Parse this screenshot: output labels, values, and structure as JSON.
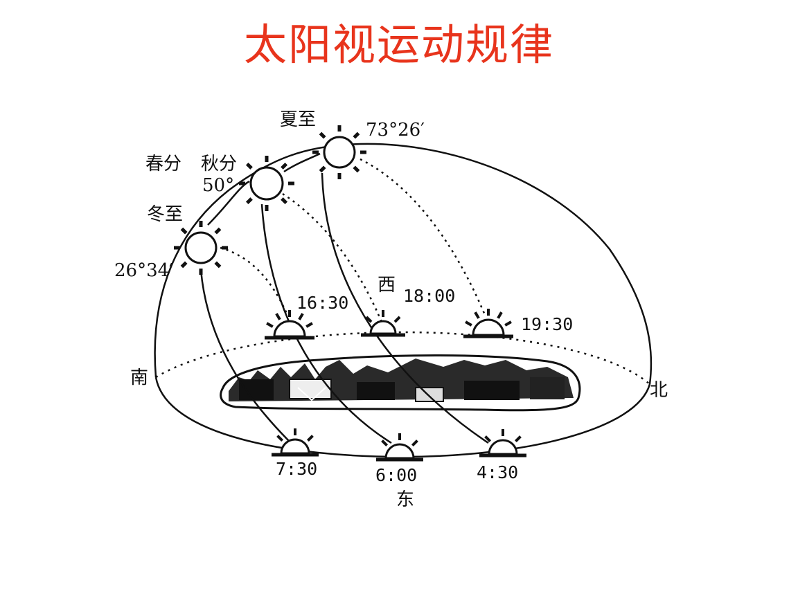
{
  "slide": {
    "title": "太阳视运动规律"
  },
  "diagram": {
    "directions": {
      "south": "南",
      "north": "北",
      "west": "西",
      "east": "东"
    },
    "suns": [
      {
        "id": "winter-solstice",
        "season": "冬至",
        "altitude": "26°34′"
      },
      {
        "id": "equinox",
        "season_1": "春分",
        "season_2": "秋分",
        "altitude": "50°"
      },
      {
        "id": "summer-solstice",
        "season": "夏至",
        "altitude": "73°26′"
      }
    ],
    "sunrise_times": [
      "7:30",
      "6:00",
      "4:30"
    ],
    "sunset_times": [
      "16:30",
      "18:00",
      "19:30"
    ],
    "colors": {
      "title": "#e8341c",
      "ink": "#111111"
    }
  }
}
